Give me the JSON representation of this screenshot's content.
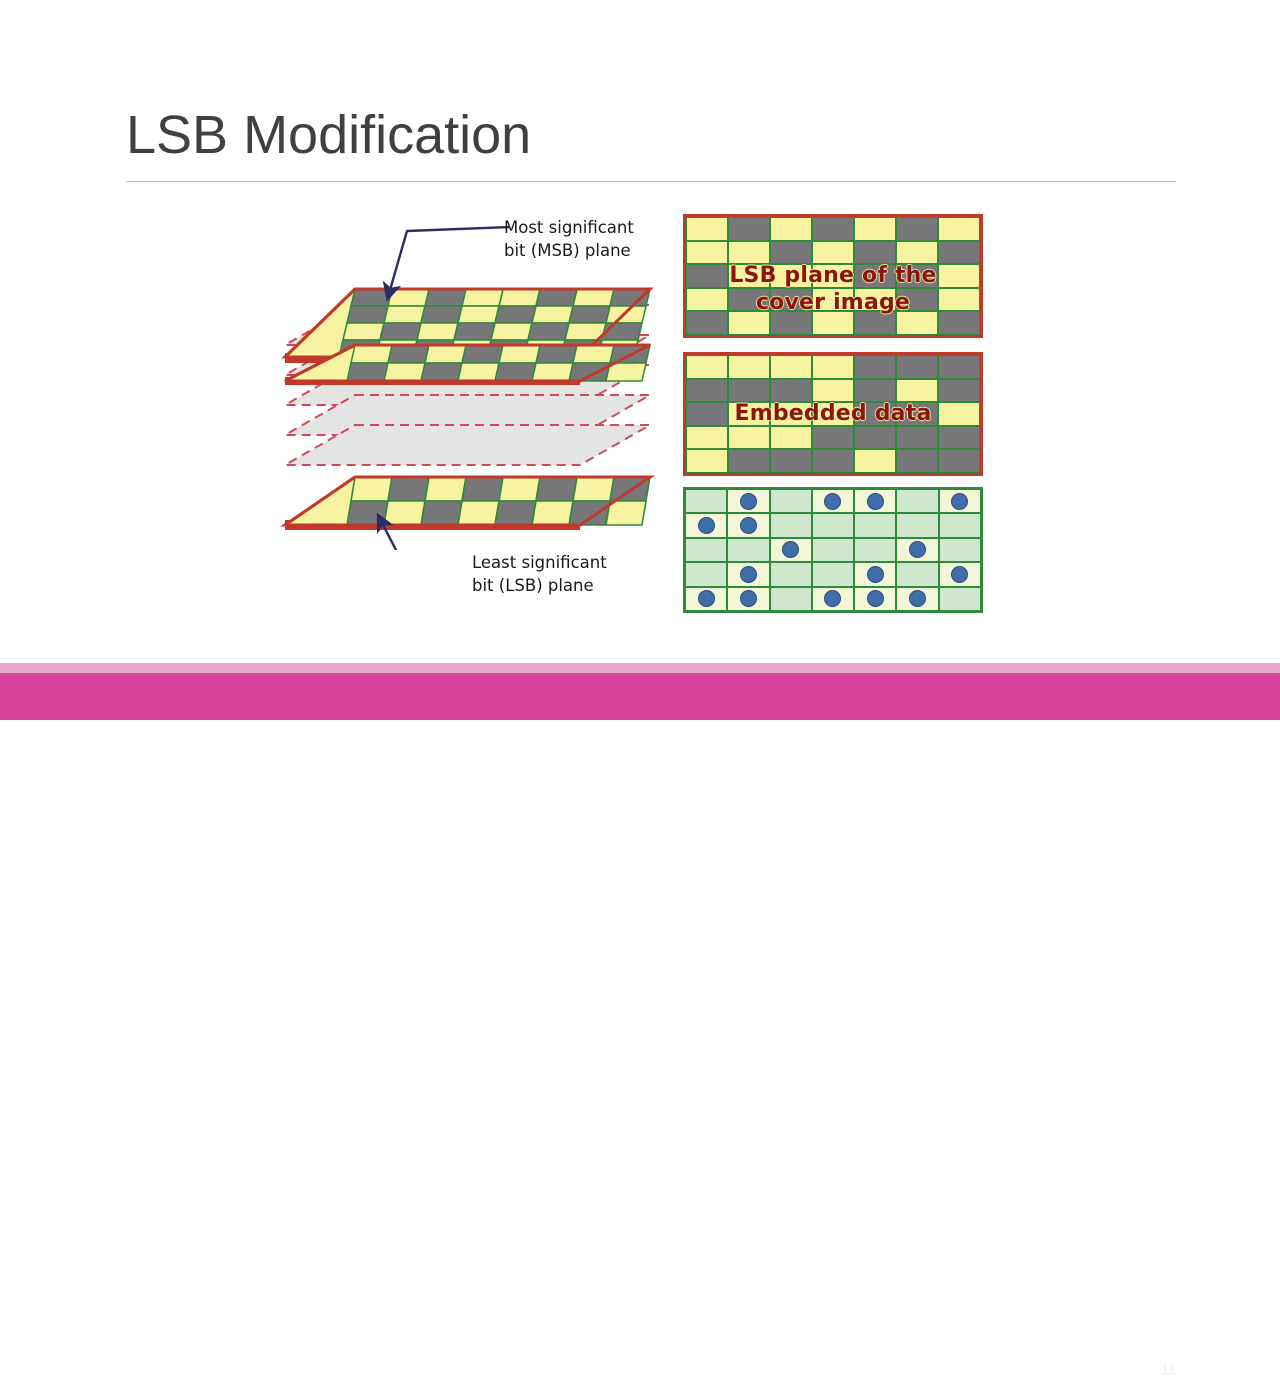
{
  "slide": {
    "title": "LSB Modification",
    "number": "11",
    "accent_color": "#d9429c",
    "accent_light_color": "#e9a6cc",
    "title_color": "#404040"
  },
  "diagram": {
    "callouts": {
      "msb_line1": "Most significant",
      "msb_line2": "bit (MSB) plane",
      "lsb_line1": "Least significant",
      "lsb_line2": "bit (LSB) plane"
    },
    "bitplane_stack": {
      "top_planes": 2,
      "hidden_dashed_planes": 5,
      "bottom_planes": 1,
      "plane_fill_yellow": "#f7f3a0",
      "plane_fill_gray": "#77777a",
      "plane_border": "#c0392b",
      "plane_grid": "#2e8b3a",
      "dashed_plane_fill": "#e2e2e2",
      "dashed_plane_border": "#d04a5a",
      "arrow_color": "#2b2d63"
    },
    "grids": [
      {
        "name": "lsb-plane-grid",
        "label_line1": "LSB plane of the",
        "label_line2": "cover image",
        "label_color": "#8c1512",
        "rows": 5,
        "cols": 7,
        "cells": [
          [
            "y",
            "g",
            "y",
            "g",
            "y",
            "g",
            "y"
          ],
          [
            "y",
            "y",
            "g",
            "y",
            "g",
            "y",
            "g"
          ],
          [
            "g",
            "y",
            "y",
            "y",
            "g",
            "g",
            "y"
          ],
          [
            "y",
            "g",
            "g",
            "y",
            "y",
            "g",
            "y"
          ],
          [
            "g",
            "y",
            "g",
            "y",
            "g",
            "y",
            "g"
          ]
        ]
      },
      {
        "name": "embedded-data-grid",
        "label_line1": "Embedded data",
        "label_line2": "",
        "label_color": "#8c1512",
        "rows": 5,
        "cols": 7,
        "cells": [
          [
            "y",
            "y",
            "y",
            "y",
            "g",
            "g",
            "g"
          ],
          [
            "g",
            "g",
            "g",
            "y",
            "g",
            "y",
            "g"
          ],
          [
            "g",
            "y",
            "y",
            "y",
            "g",
            "g",
            "y"
          ],
          [
            "y",
            "y",
            "y",
            "g",
            "g",
            "g",
            "g"
          ],
          [
            "y",
            "g",
            "g",
            "g",
            "y",
            "g",
            "g"
          ]
        ]
      },
      {
        "name": "stego-result-grid",
        "label_line1": "",
        "label_line2": "",
        "rows": 5,
        "cols": 7,
        "cell_fill": "#cfe8cd",
        "dot_cell_fill": "#f4f6d8",
        "dot_color": "#3f6ea8",
        "dots": [
          [
            0,
            1,
            0,
            1,
            1,
            0,
            1
          ],
          [
            1,
            1,
            0,
            0,
            0,
            0,
            0
          ],
          [
            0,
            0,
            1,
            0,
            0,
            1,
            0
          ],
          [
            0,
            1,
            0,
            0,
            1,
            0,
            1
          ],
          [
            1,
            1,
            0,
            1,
            1,
            1,
            0
          ]
        ]
      }
    ]
  }
}
